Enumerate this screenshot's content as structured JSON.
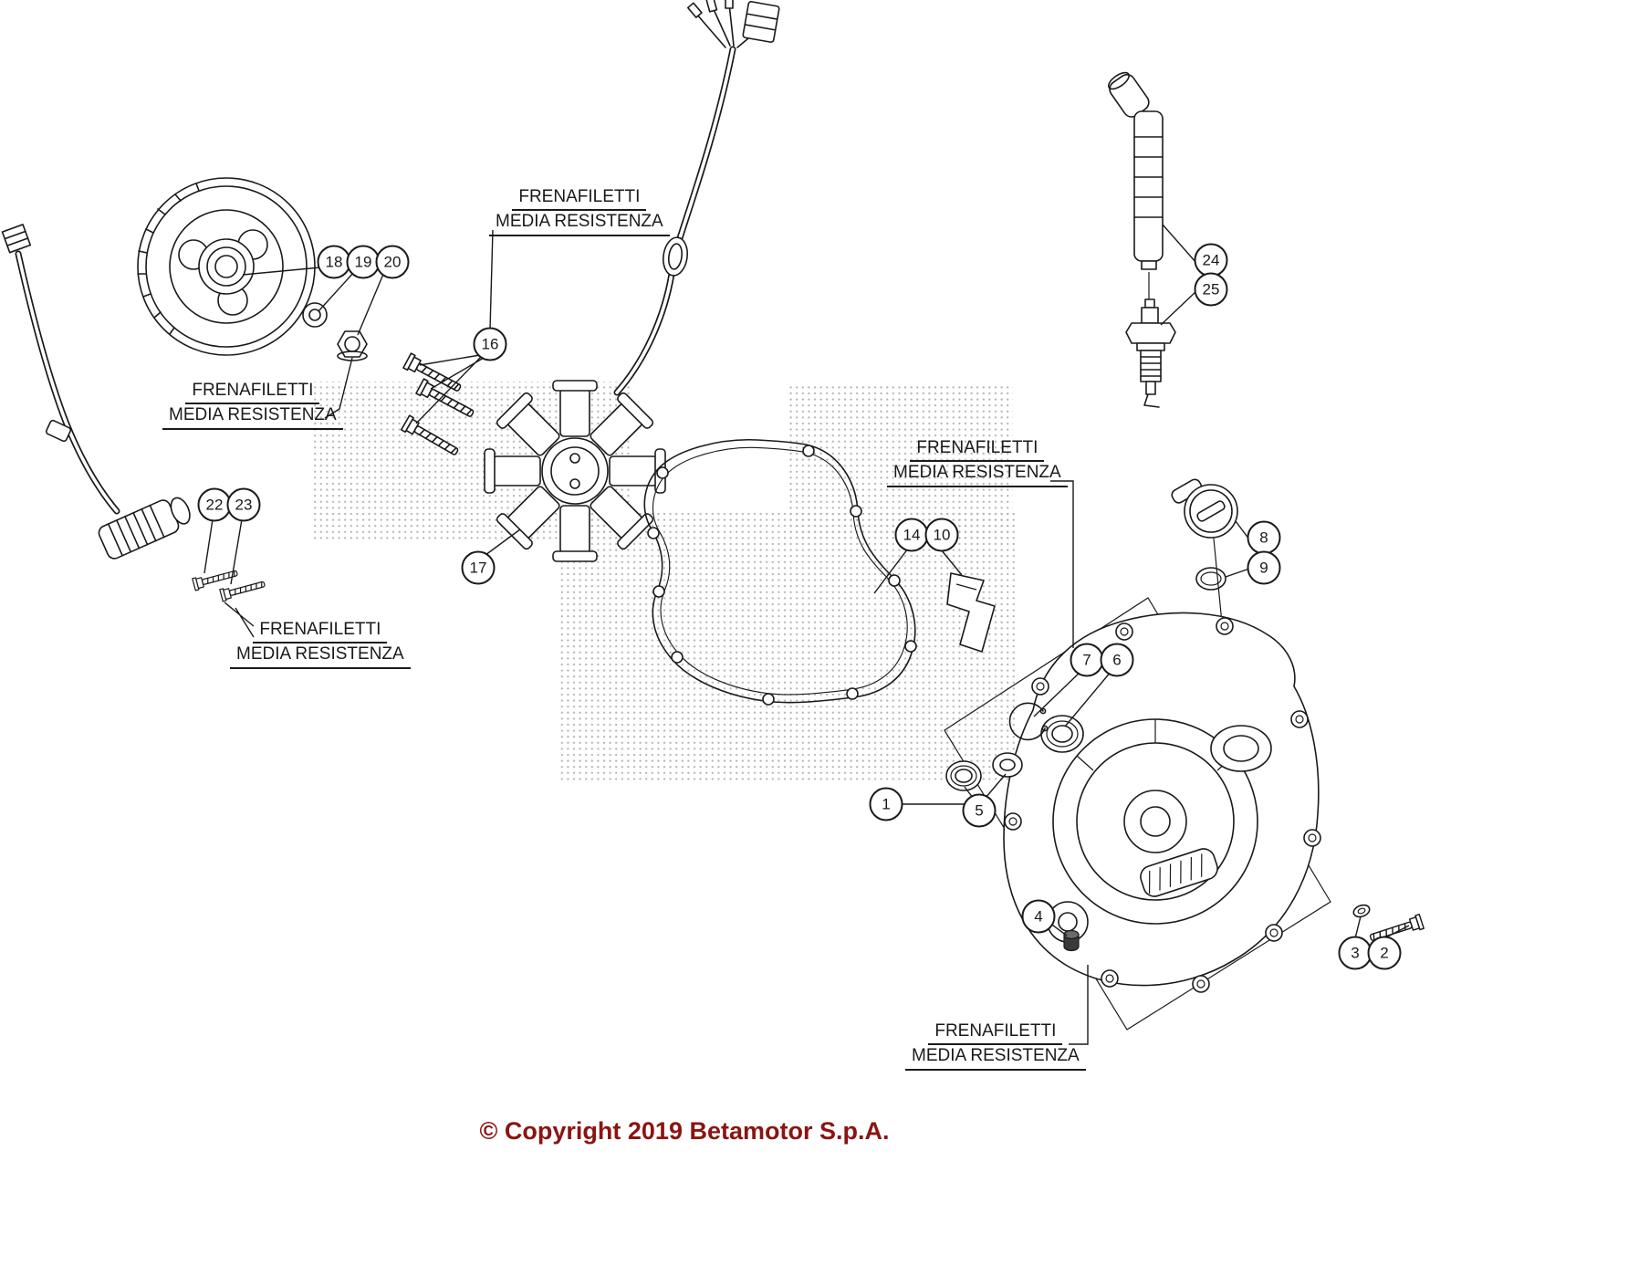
{
  "label": {
    "line1": "FRENAFILETTI",
    "line2": "MEDIA RESISTENZA"
  },
  "callouts": {
    "1": "1",
    "2": "2",
    "3": "3",
    "4": "4",
    "5": "5",
    "6": "6",
    "7": "7",
    "8": "8",
    "9": "9",
    "10": "10",
    "14": "14",
    "16": "16",
    "17": "17",
    "18": "18",
    "19": "19",
    "20": "20",
    "22": "22",
    "23": "23",
    "24": "24",
    "25": "25"
  },
  "footer": {
    "copyright": "© Copyright 2019 Betamotor S.p.A."
  },
  "colors": {
    "line": "#1a1a1a",
    "copyright": "#8b1411"
  }
}
